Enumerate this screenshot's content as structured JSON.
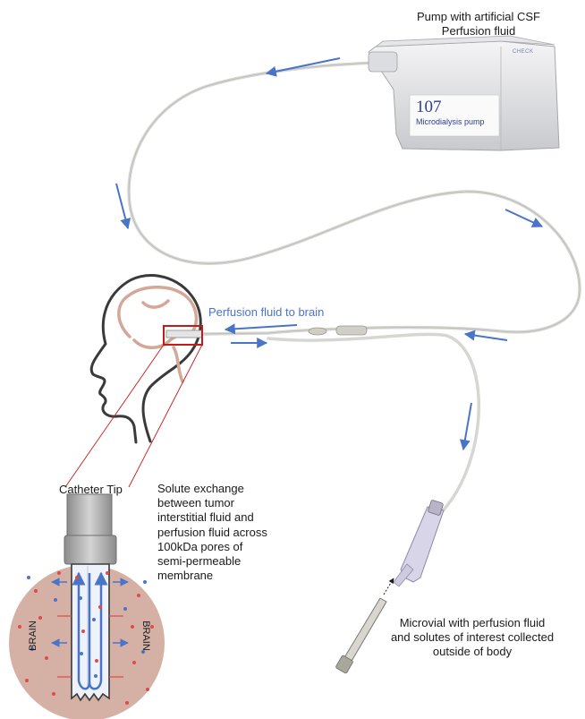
{
  "labels": {
    "pump_title_line1": "Pump with artificial CSF",
    "pump_title_line2": "Perfusion fluid",
    "perfusion_to_brain": "Perfusion fluid to brain",
    "catheter_tip": "Catheter Tip",
    "solute_exchange": [
      "Solute exchange",
      "between tumor",
      "interstitial fluid and",
      "perfusion fluid across",
      "100kDa pores of",
      "semi-permeable",
      "membrane"
    ],
    "microvial": [
      "Microvial with perfusion fluid",
      "and solutes of interest collected",
      "outside of body"
    ],
    "brain_left": "BRAIN",
    "brain_right": "BRAIN"
  },
  "pump": {
    "number": "107",
    "name": "Microdialysis pump",
    "top_text": "CHECK"
  },
  "colors": {
    "arrow_blue": "#4a74c8",
    "tissue": "#c9998a",
    "solute_red": "#e04a4a",
    "head_outline": "#3a3a3a",
    "brain_outline": "#d4a796",
    "highlight_box": "#c41a1a"
  }
}
